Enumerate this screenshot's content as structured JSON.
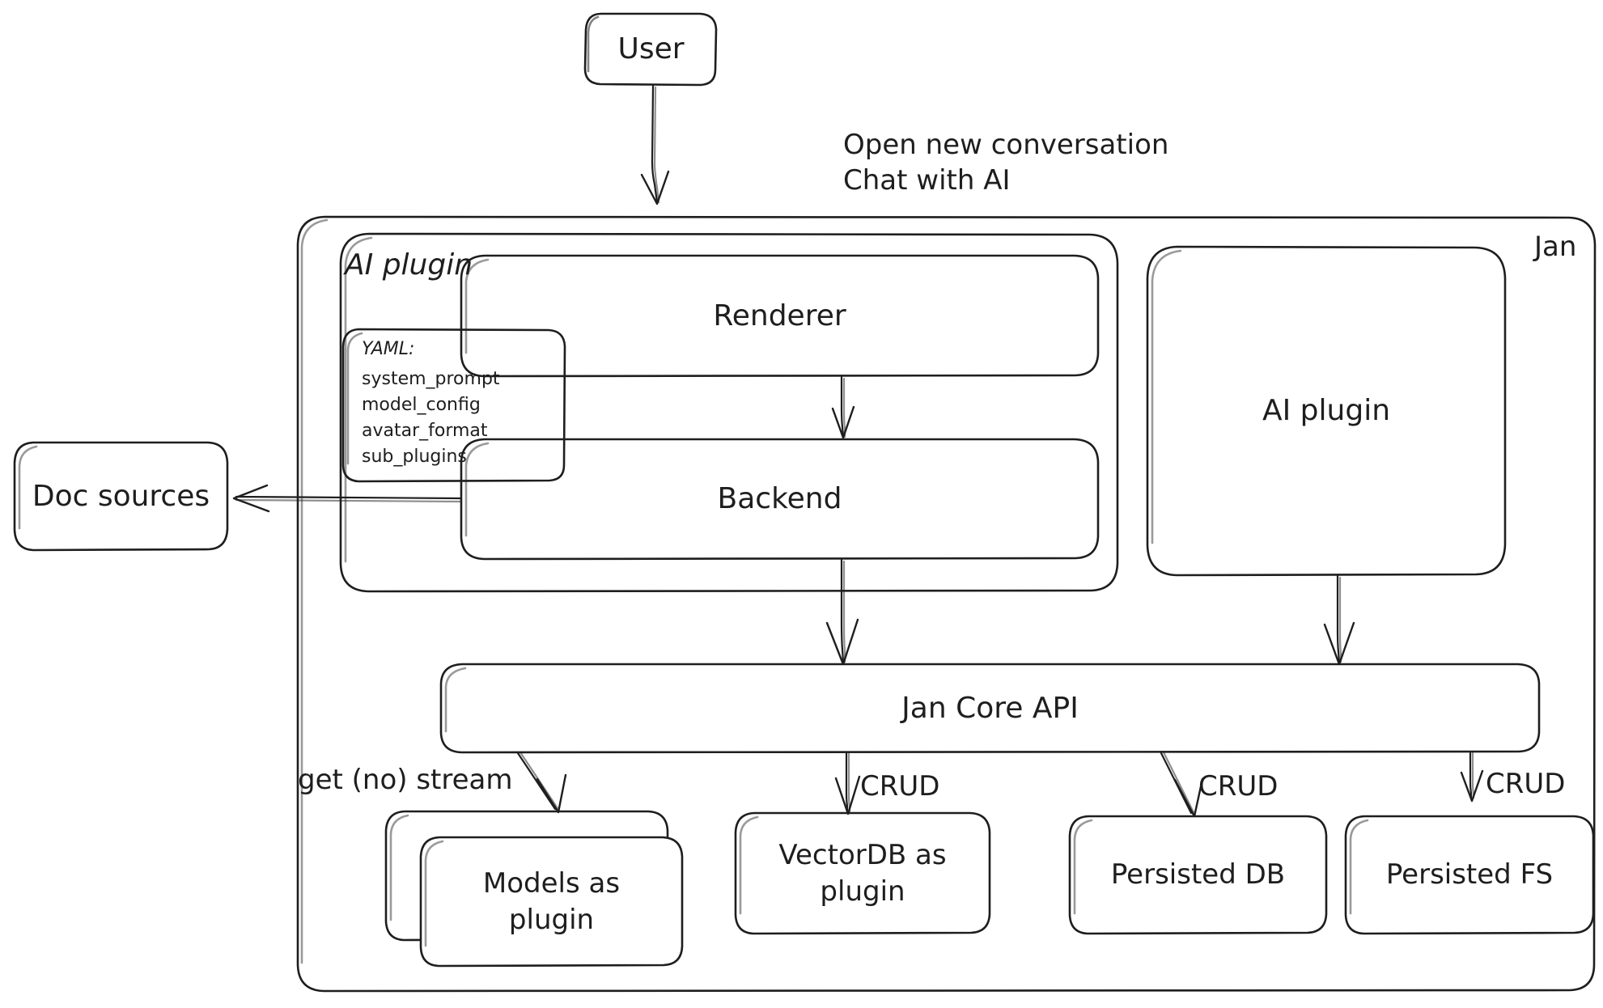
{
  "diagram": {
    "title": "Jan architecture",
    "style": "hand-drawn",
    "stroke_color": "#1e1e1e",
    "background_color": "#ffffff"
  },
  "nodes": {
    "user": {
      "label": "User"
    },
    "jan_container": {
      "label": "Jan"
    },
    "ai_plugin_group": {
      "label": "AI plugin"
    },
    "renderer": {
      "label": "Renderer"
    },
    "backend": {
      "label": "Backend"
    },
    "ai_plugin_box": {
      "label": "AI plugin"
    },
    "doc_sources": {
      "label": "Doc sources"
    },
    "jan_core_api": {
      "label": "Jan Core API"
    },
    "models_as_plugin": {
      "label": "Models as\nplugin"
    },
    "vectordb_as_plugin": {
      "label": "VectorDB as\nplugin"
    },
    "persisted_db": {
      "label": "Persisted DB"
    },
    "persisted_fs": {
      "label": "Persisted FS"
    }
  },
  "yaml_card": {
    "header": "YAML:",
    "keys": [
      "system_prompt",
      "model_config",
      "avatar_format",
      "sub_plugins"
    ]
  },
  "edge_labels": {
    "user_to_renderer": "Open new conversation\nChat with AI",
    "core_to_models": "get (no) stream",
    "core_to_vectordb": "CRUD",
    "core_to_persisted_db": "CRUD",
    "core_to_persisted_fs": "CRUD"
  }
}
